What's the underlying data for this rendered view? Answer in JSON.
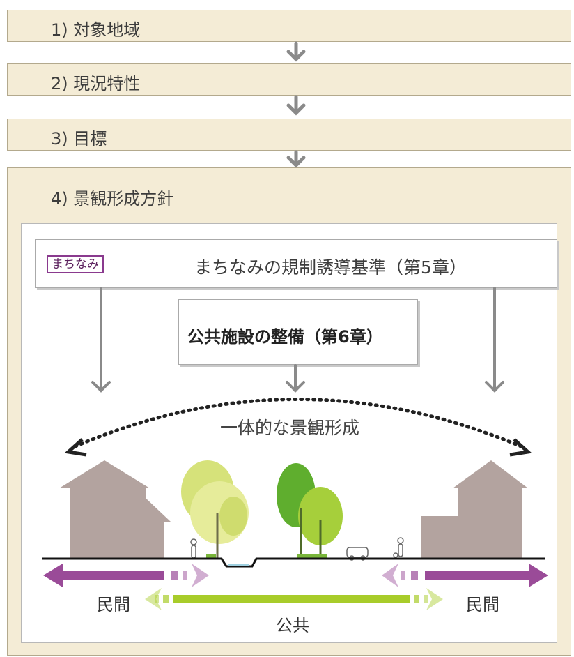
{
  "steps": [
    {
      "label": "1) 対象地域"
    },
    {
      "label": "2) 現況特性"
    },
    {
      "label": "3) 目標"
    },
    {
      "label": "4) 景観形成方針"
    }
  ],
  "diagram": {
    "machinami_tag": "まちなみ",
    "regulation_label": "まちなみの規制誘導基準（第5章）",
    "public_facility_label": "公共施設の整備（第6章）",
    "integrated_label": "一体的な景観形成",
    "private_left": "民間",
    "private_right": "民間",
    "public": "公共"
  },
  "colors": {
    "step_fill": "#f4ecd6",
    "private_arrow": "#9a4b98",
    "public_arrow": "#a8cc2a",
    "house": "#b3a39f",
    "connector_arrow": "#8a8a8a"
  }
}
